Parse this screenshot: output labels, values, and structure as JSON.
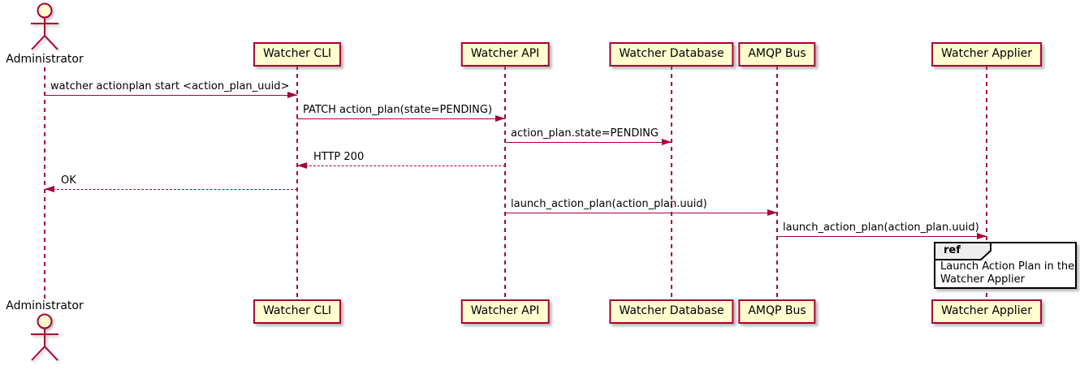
{
  "colors": {
    "line": "#A80036",
    "participant_fill": "#FEFECE",
    "participant_border": "#A80036",
    "ref_border": "#000000",
    "ref_header_fill": "#EEEEEE",
    "text": "#000000"
  },
  "actor": {
    "name": "Administrator"
  },
  "participants": [
    {
      "id": "cli",
      "label": "Watcher CLI"
    },
    {
      "id": "api",
      "label": "Watcher API"
    },
    {
      "id": "db",
      "label": "Watcher Database"
    },
    {
      "id": "amqp",
      "label": "AMQP Bus"
    },
    {
      "id": "applier",
      "label": "Watcher Applier"
    }
  ],
  "messages": [
    {
      "text": "watcher actionplan start <action_plan_uuid>",
      "from": "administrator",
      "to": "cli",
      "style": "solid",
      "dir": "right"
    },
    {
      "text": "PATCH action_plan(state=PENDING)",
      "from": "cli",
      "to": "api",
      "style": "solid",
      "dir": "right"
    },
    {
      "text": "action_plan.state=PENDING",
      "from": "api",
      "to": "db",
      "style": "solid",
      "dir": "right"
    },
    {
      "text": "HTTP 200",
      "from": "api",
      "to": "cli",
      "style": "dashed",
      "dir": "left"
    },
    {
      "text": "OK",
      "from": "cli",
      "to": "administrator",
      "style": "dashed",
      "dir": "left"
    },
    {
      "text": "launch_action_plan(action_plan.uuid)",
      "from": "api",
      "to": "amqp",
      "style": "solid",
      "dir": "right"
    },
    {
      "text": "launch_action_plan(action_plan.uuid)",
      "from": "amqp",
      "to": "applier",
      "style": "solid",
      "dir": "right"
    }
  ],
  "ref": {
    "keyword": "ref",
    "lines": [
      "Launch Action Plan in the",
      "Watcher Applier"
    ]
  }
}
